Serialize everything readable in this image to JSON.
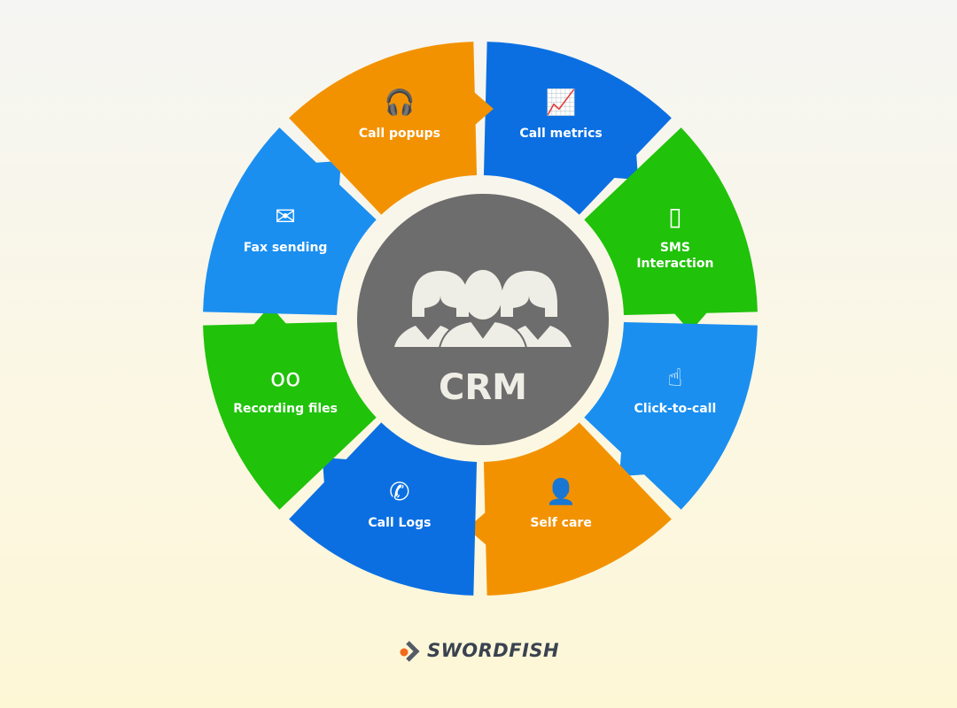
{
  "center": {
    "label": "CRM",
    "color": "#6e6d6d",
    "icon": "people-group-icon"
  },
  "segments": [
    {
      "label": "Call metrics",
      "color": "#0b6fe2",
      "icon": "chart-trend-icon"
    },
    {
      "label": "SMS\nInteraction",
      "color": "#20c20a",
      "icon": "phone-sms-icon"
    },
    {
      "label": "Click-to-call",
      "color": "#1a8ff0",
      "icon": "tap-hand-icon"
    },
    {
      "label": "Self care",
      "color": "#f39200",
      "icon": "person-icon"
    },
    {
      "label": "Call Logs",
      "color": "#0b6fe2",
      "icon": "call-transfer-icon"
    },
    {
      "label": "Recording files",
      "color": "#20c20a",
      "icon": "voicemail-icon"
    },
    {
      "label": "Fax sending",
      "color": "#1a8ff0",
      "icon": "envelope-upload-icon"
    },
    {
      "label": "Call popups",
      "color": "#f39200",
      "icon": "headset-chat-icon"
    }
  ],
  "logo": {
    "text": "SWORDFISH",
    "accent": "#f26a1b",
    "mark": "#555b66"
  }
}
